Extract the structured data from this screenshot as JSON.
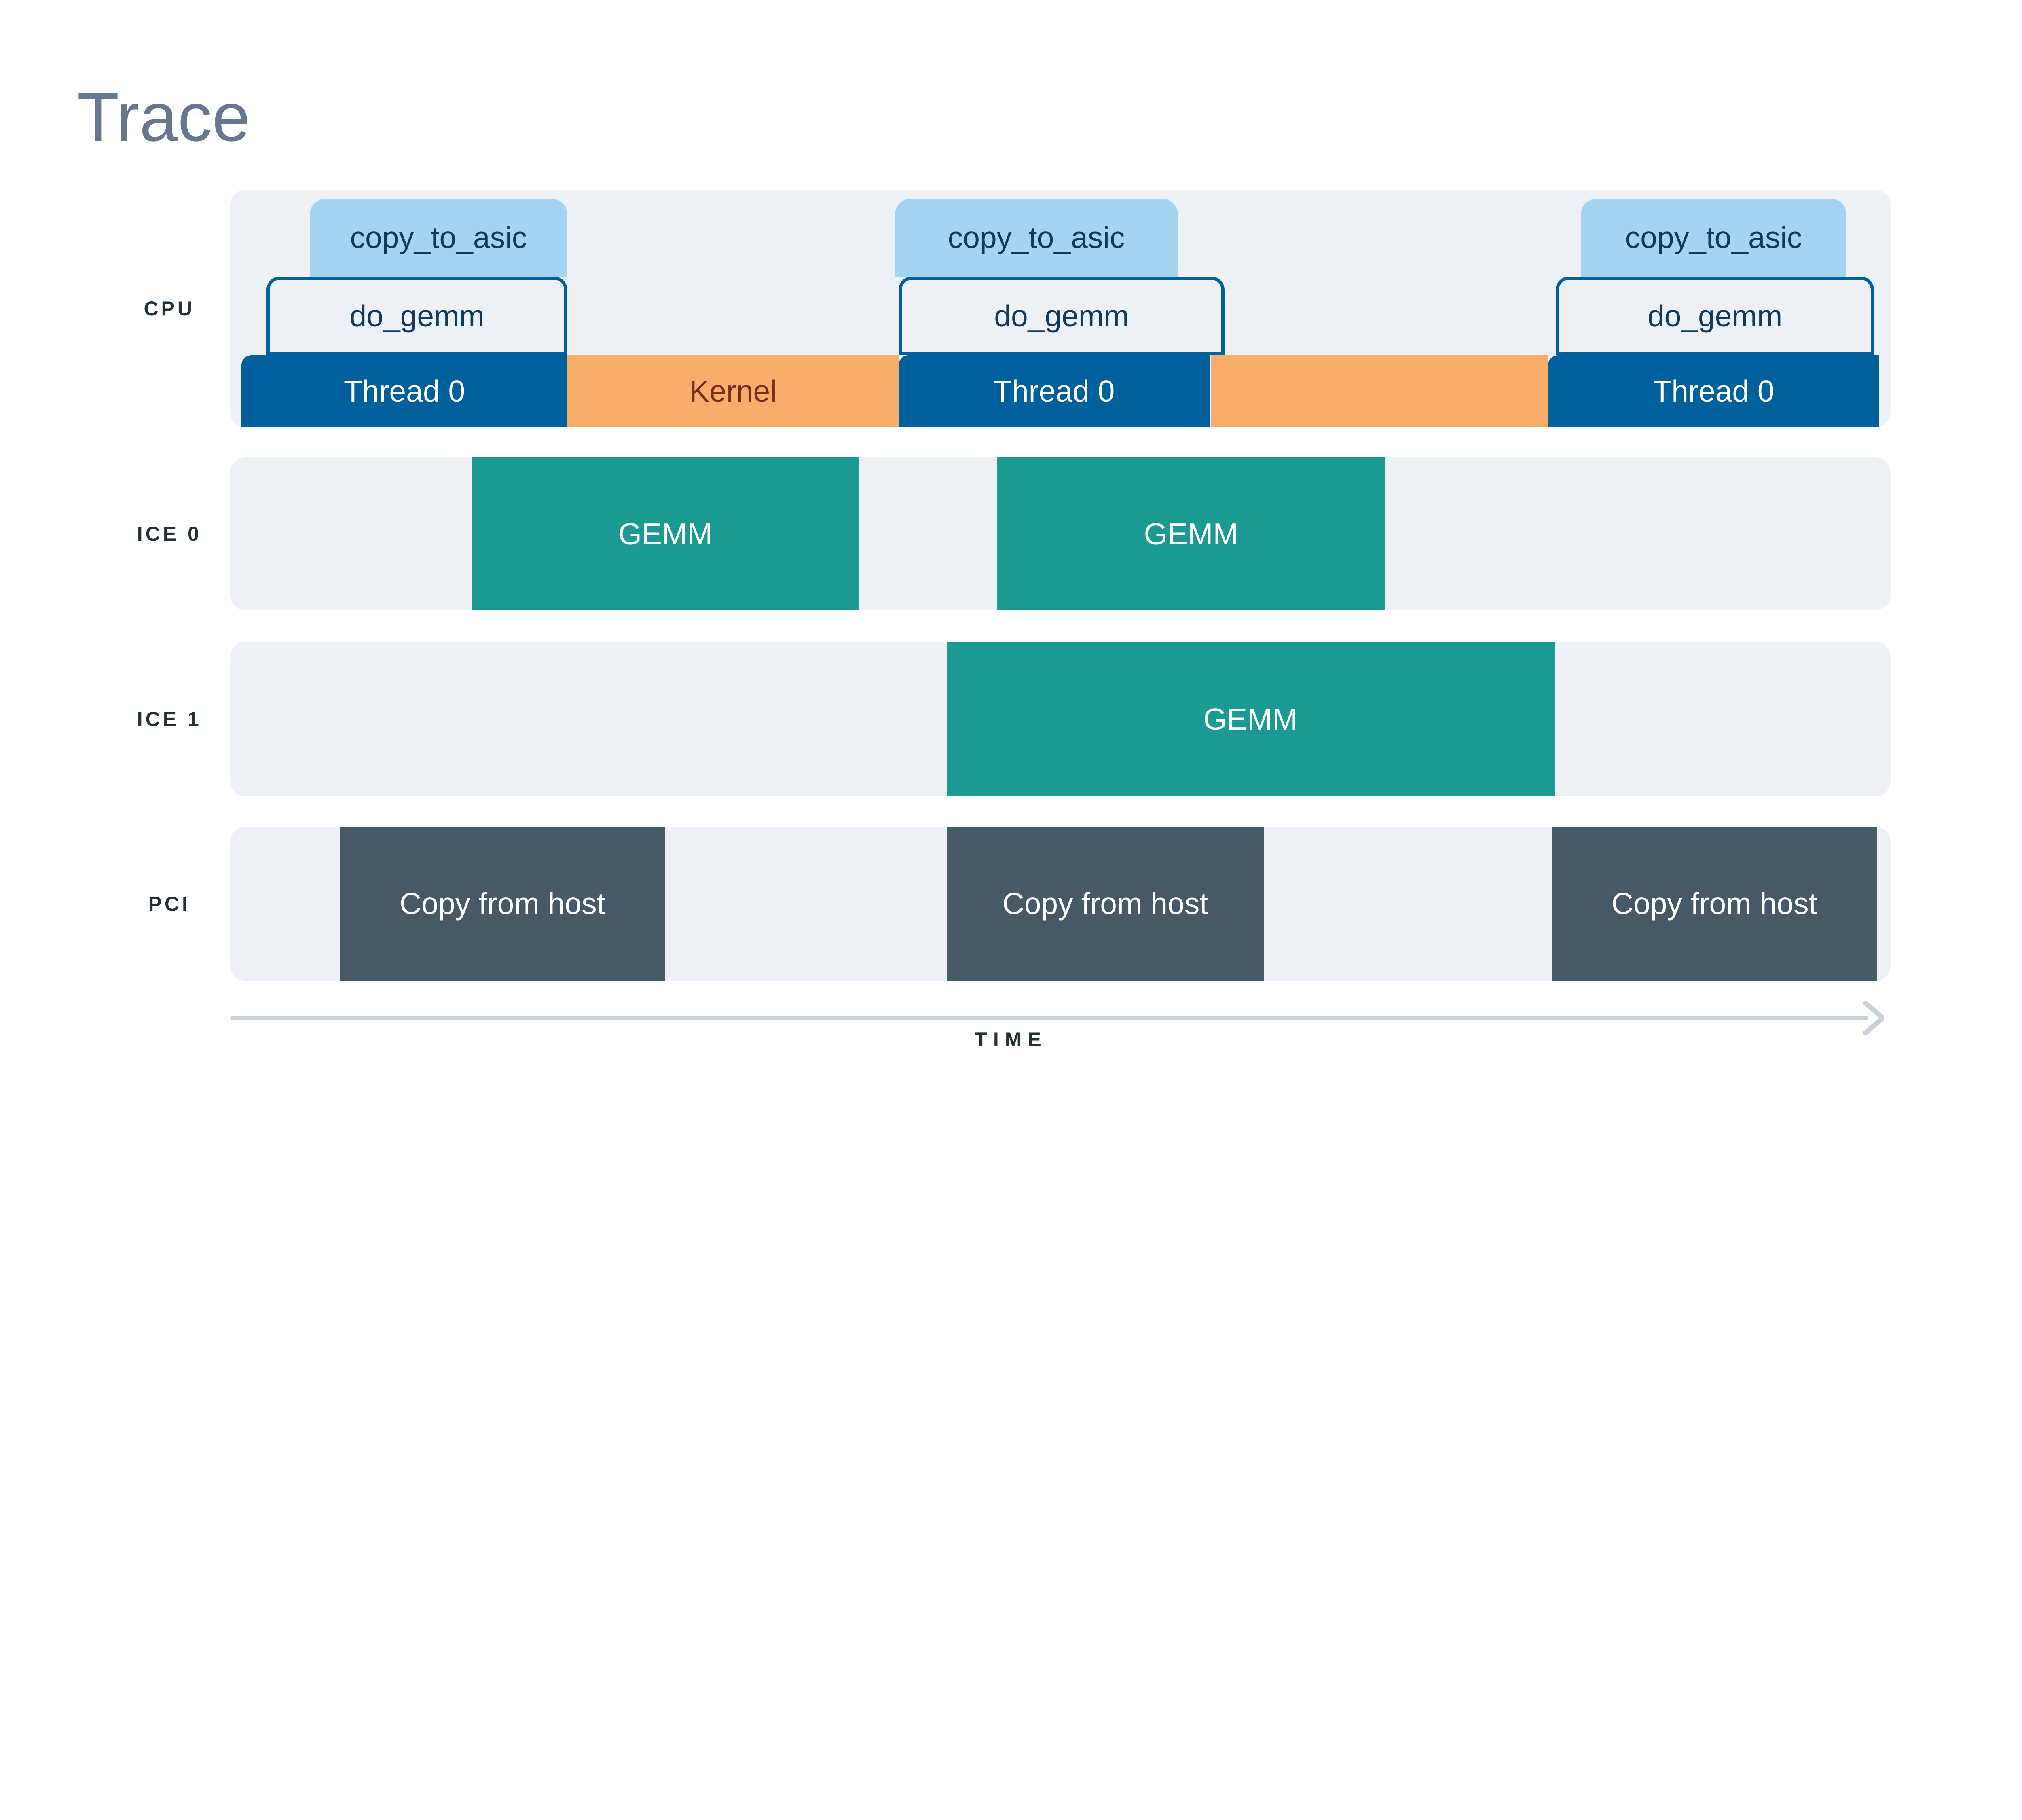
{
  "title": "Trace",
  "colors": {
    "row_background": "#EDF1F5",
    "cpu_thread_blue": "#00609C",
    "cpu_copy_light_blue": "#A5D4F2",
    "cpu_func_border_blue": "#00609C",
    "kernel_orange": "#F8AE6B",
    "kernel_text": "#7A2D1C",
    "gemm_teal": "#1B9A94",
    "pci_slate": "#475964",
    "navy_text": "#0E3A5E",
    "title_gray": "#68778C",
    "label_dark": "#233038",
    "axis_gray": "#C9D0D8"
  },
  "rows": {
    "cpu": {
      "label": "CPU",
      "groups": [
        {
          "copy": "copy_to_asic",
          "func": "do_gemm",
          "thread": "Thread 0"
        },
        {
          "copy": "copy_to_asic",
          "func": "do_gemm",
          "thread": "Thread 0"
        },
        {
          "copy": "copy_to_asic",
          "func": "do_gemm",
          "thread": "Thread 0"
        }
      ],
      "kernels": [
        {
          "label": "Kernel"
        },
        {
          "label": ""
        }
      ]
    },
    "ice0": {
      "label": "ICE 0",
      "blocks": [
        {
          "label": "GEMM"
        },
        {
          "label": "GEMM"
        }
      ]
    },
    "ice1": {
      "label": "ICE 1",
      "blocks": [
        {
          "label": "GEMM"
        }
      ]
    },
    "pci": {
      "label": "PCI",
      "blocks": [
        {
          "label": "Copy from host"
        },
        {
          "label": "Copy from host"
        },
        {
          "label": "Copy from host"
        }
      ]
    }
  },
  "time_axis": {
    "label": "TIME"
  }
}
